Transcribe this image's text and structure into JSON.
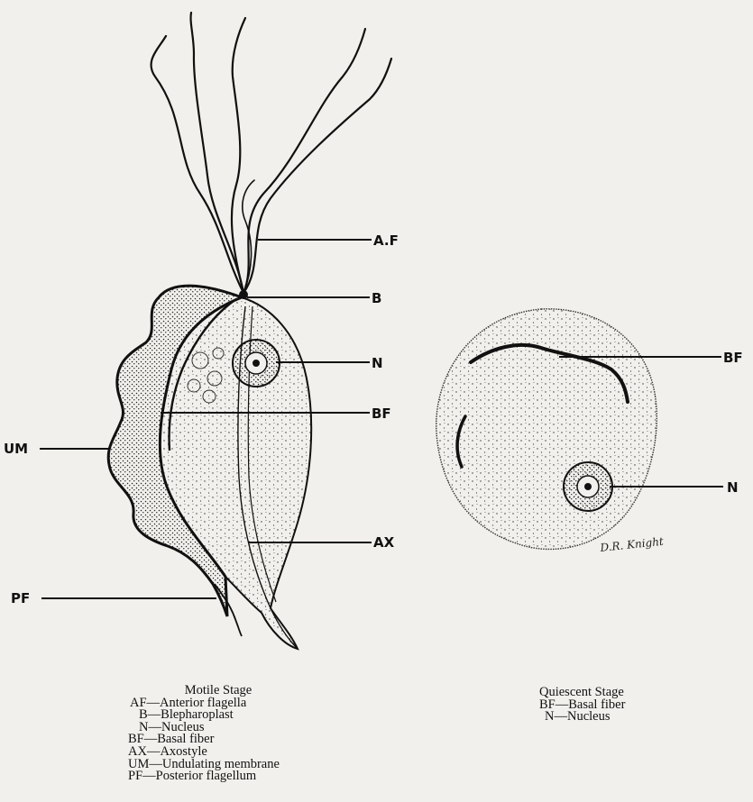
{
  "motile_stage": {
    "labels": {
      "af": "A.F",
      "b": "B",
      "n": "N",
      "bf": "BF",
      "um": "UM",
      "ax": "AX",
      "pf": "PF"
    },
    "legend_title": "Motile Stage",
    "legend_items": [
      "AF—Anterior flagella",
      "B—Blepharoplast",
      "N—Nucleus",
      "BF—Basal fiber",
      "AX—Axostyle",
      "UM—Undulating membrane",
      "PF—Posterior flagellum"
    ]
  },
  "quiescent_stage": {
    "labels": {
      "bf": "BF",
      "n": "N"
    },
    "legend_title": "Quiescent Stage",
    "legend_items": [
      "BF—Basal fiber",
      "N—Nucleus"
    ],
    "signature": "D.R. Knight"
  },
  "colors": {
    "ink": "#111111",
    "paper": "#f1f0ec"
  }
}
